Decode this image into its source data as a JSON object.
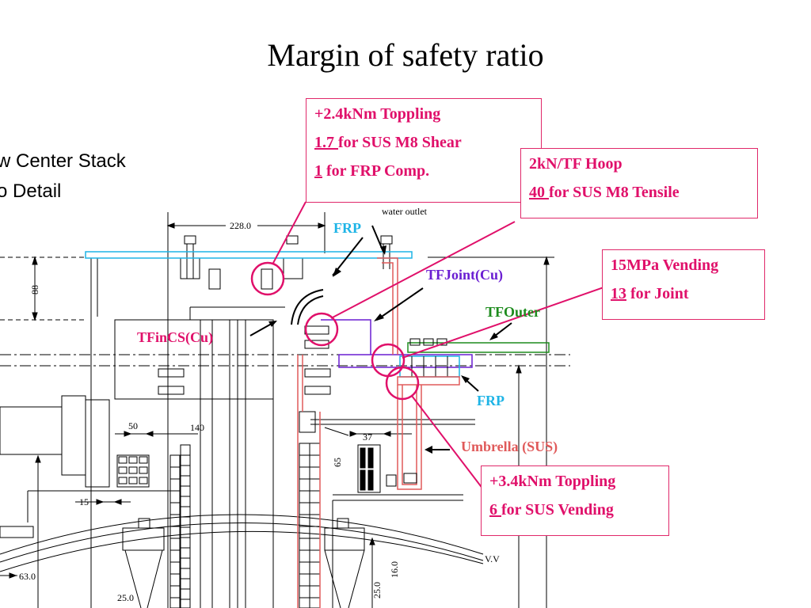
{
  "title": "Margin of safety ratio",
  "fragments": {
    "line1": "w Center Stack",
    "line2": "o Detail"
  },
  "boxes": {
    "box1": {
      "l1": "+2.4kNm Toppling",
      "l2_num": "1.7 ",
      "l2_rest": "for SUS M8 Shear",
      "l3_num": "1",
      "l3_rest": " for FRP Comp."
    },
    "box2": {
      "l1": "2kN/TF Hoop",
      "l2_num": "40 ",
      "l2_rest": "for SUS M8 Tensile"
    },
    "box3": {
      "l1": "15MPa Vending",
      "l2_num": "13",
      "l2_rest": " for Joint"
    },
    "box4": {
      "l1": "+3.4kNm Toppling",
      "l2_num": "6 ",
      "l2_rest": "for SUS Vending"
    }
  },
  "labels": {
    "frp_top": "FRP",
    "frp_bottom": "FRP",
    "tfjoint": "TFJoint(Cu)",
    "tfouter": "TFOuter",
    "tfincs": "TFinCS(Cu)",
    "umbrella": "Umbrella (SUS)",
    "water_outlet": "water outlet"
  },
  "dimensions": {
    "d228": "228.0",
    "d88": "88",
    "d50": "50",
    "d140": "140",
    "d37": "37",
    "d65": "65",
    "d15": "15",
    "d63": "63.0",
    "d25": "25.0",
    "d25v": "25.0",
    "d16": "16.0",
    "vv": "V.V"
  },
  "colors": {
    "callout": "#e0106a",
    "frp": "#1eb4e6",
    "tfjoint": "#6a1ed2",
    "tfouter": "#1e8c1e",
    "umbrella": "#e05a5a"
  }
}
